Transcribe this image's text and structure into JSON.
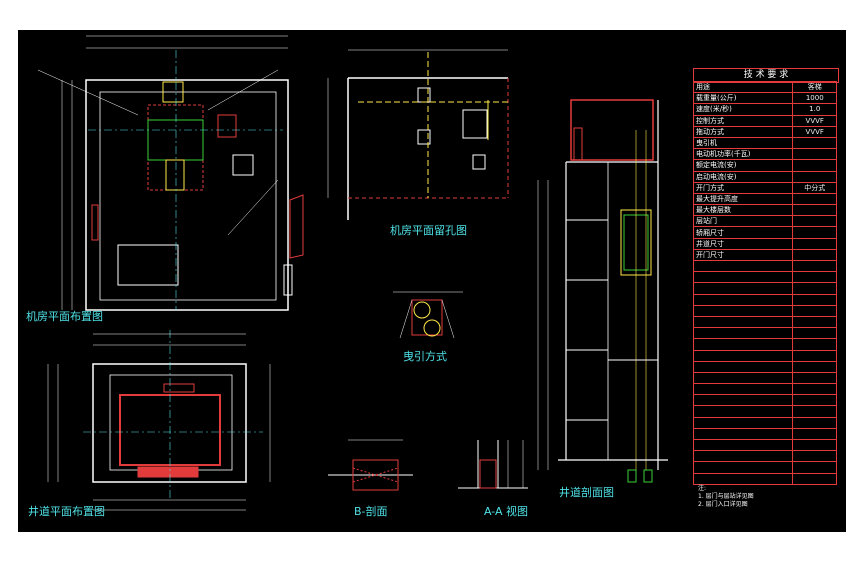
{
  "titles": {
    "machine_room_plan": "机房平面布置图",
    "machine_room_holes": "机房平面留孔图",
    "traction_method": "曳引方式",
    "hoistway_plan": "井道平面布置图",
    "section_b": "B-剖面",
    "section_a": "A-A 视图",
    "hoistway_section": "井道剖面图"
  },
  "spec_table": {
    "title": "技 术 要 求",
    "rows": [
      {
        "label": "用途",
        "value": "客梯"
      },
      {
        "label": "载重量(公斤)",
        "value": "1000"
      },
      {
        "label": "速度(米/秒)",
        "value": "1.0"
      },
      {
        "label": "控制方式",
        "value": "VVVF"
      },
      {
        "label": "拖动方式",
        "value": "VVVF"
      },
      {
        "label": "曳引机",
        "value": ""
      },
      {
        "label": "电动机功率(千瓦)",
        "value": ""
      },
      {
        "label": "额定电流(安)",
        "value": ""
      },
      {
        "label": "启动电流(安)",
        "value": ""
      },
      {
        "label": "开门方式",
        "value": "中分式"
      },
      {
        "label": "最大提升高度",
        "value": ""
      },
      {
        "label": "最大楼层数",
        "value": ""
      },
      {
        "label": "层站门",
        "value": ""
      },
      {
        "label": "轿厢尺寸",
        "value": ""
      },
      {
        "label": "井道尺寸",
        "value": ""
      },
      {
        "label": "开门尺寸",
        "value": ""
      },
      {
        "label": "",
        "value": ""
      },
      {
        "label": "",
        "value": ""
      },
      {
        "label": "",
        "value": ""
      },
      {
        "label": "",
        "value": ""
      },
      {
        "label": "",
        "value": ""
      },
      {
        "label": "",
        "value": ""
      },
      {
        "label": "",
        "value": ""
      },
      {
        "label": "",
        "value": ""
      },
      {
        "label": "",
        "value": ""
      },
      {
        "label": "",
        "value": ""
      },
      {
        "label": "",
        "value": ""
      },
      {
        "label": "",
        "value": ""
      },
      {
        "label": "",
        "value": ""
      },
      {
        "label": "",
        "value": ""
      },
      {
        "label": "",
        "value": ""
      },
      {
        "label": "",
        "value": ""
      },
      {
        "label": "",
        "value": ""
      },
      {
        "label": "",
        "value": ""
      },
      {
        "label": "",
        "value": ""
      },
      {
        "label": "",
        "value": ""
      }
    ]
  },
  "notes": {
    "heading": "注:",
    "lines": [
      "1. 层门与层站详见图",
      "2. 层门入口详见图"
    ]
  }
}
